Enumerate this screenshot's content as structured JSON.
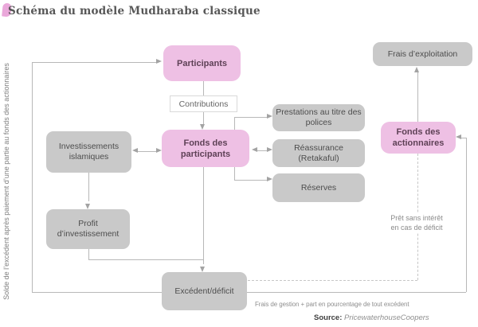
{
  "title": "Schéma du modèle Mudharaba classique",
  "nodes": {
    "participants": "Participants",
    "contributions": "Contributions",
    "fonds_participants": "Fonds des participants",
    "investissements": "Investissements islamiques",
    "profit": "Profit d’investissement",
    "prestations": "Prestations au titre des polices",
    "reassurance": "Réassurance (Retakaful)",
    "reserves": "Réserves",
    "fonds_actionnaires": "Fonds des actionnaires",
    "frais_exploitation": "Frais d’exploitation",
    "excedent": "Excédent/déficit"
  },
  "annotations": {
    "left_rotated": "Solde de l’excédent après paiement d’une partie au fonds des actionnaires",
    "pret": "Prêt sans intérêt en cas de déficit",
    "frais_gestion": "Frais de gestion + part en pourcentage de tout excédent",
    "source_label": "Source:",
    "source_value": "PricewaterhouseCoopers"
  },
  "colors": {
    "pink_fill": "#eec0e4",
    "pink_text": "#5e4156",
    "gray_fill": "#c9c9c9",
    "gray_text": "#4d4d4d",
    "line": "#b8b8b8",
    "arrow": "#a3a3a3",
    "title_text": "#575757",
    "title_mark": "#eaa8da",
    "annotation_text": "#8a8a8a"
  }
}
